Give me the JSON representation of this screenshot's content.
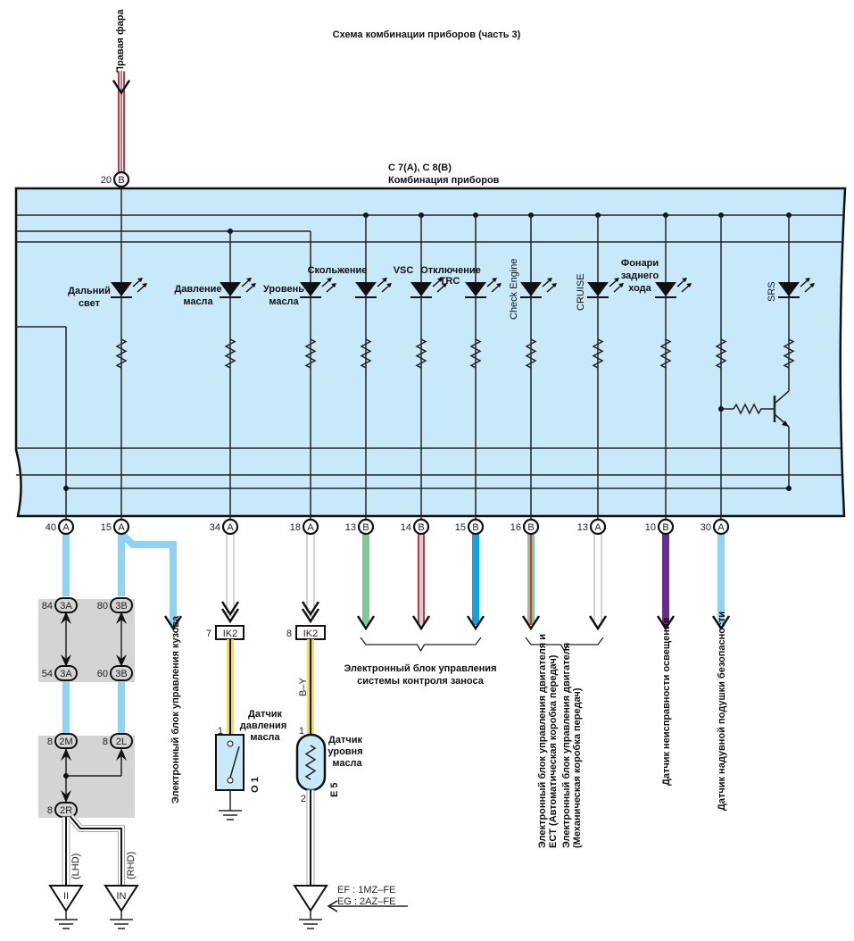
{
  "title": "Схема комбинации приборов (часть 3)",
  "headlamp_label": "Правая фара",
  "top_connector": {
    "pin": "20",
    "conn": "B"
  },
  "cluster": {
    "connectors": "C 7(A), C 8(B)",
    "name": "Комбинация приборов"
  },
  "indicators": [
    {
      "lines": [
        "Дальний",
        "свет"
      ]
    },
    {
      "lines": [
        "Давление",
        "масла"
      ]
    },
    {
      "lines": [
        "Уровень",
        "масла"
      ]
    },
    {
      "lines": [
        "Скольжение"
      ]
    },
    {
      "lines": [
        "VSC"
      ]
    },
    {
      "lines": [
        "Отключение",
        "TRC"
      ]
    },
    {
      "lines": [
        "Check Engine"
      ]
    },
    {
      "lines": [
        "CRUISE"
      ]
    },
    {
      "lines": [
        "Фонари",
        "заднего",
        "хода"
      ]
    },
    {
      "lines": [
        "SRS"
      ]
    }
  ],
  "bottom_pins": [
    {
      "pin": "40",
      "conn": "A"
    },
    {
      "pin": "15",
      "conn": "A"
    },
    {
      "pin": "34",
      "conn": "A"
    },
    {
      "pin": "18",
      "conn": "A"
    },
    {
      "pin": "13",
      "conn": "B"
    },
    {
      "pin": "14",
      "conn": "B"
    },
    {
      "pin": "15",
      "conn": "B"
    },
    {
      "pin": "16",
      "conn": "B"
    },
    {
      "pin": "13",
      "conn": "A"
    },
    {
      "pin": "10",
      "conn": "B"
    },
    {
      "pin": "30",
      "conn": "A"
    }
  ],
  "junctions": [
    {
      "pin": "84",
      "id": "3A"
    },
    {
      "pin": "80",
      "id": "3B"
    },
    {
      "pin": "54",
      "id": "3A"
    },
    {
      "pin": "60",
      "id": "3B"
    },
    {
      "pin": "8",
      "id": "2M"
    },
    {
      "pin": "8",
      "id": "2L"
    },
    {
      "pin": "8",
      "id": "2R"
    }
  ],
  "lhd_label": "(LHD)",
  "rhd_label": "(RHD)",
  "grounds": {
    "ii": "II",
    "in": "IN"
  },
  "body_ecu_label": "Электронный блок управления кузова",
  "oil_pressure": {
    "conn_pin": "7",
    "conn_id": "IK2",
    "pin": "1",
    "label": [
      "Датчик",
      "давления",
      "масла"
    ],
    "code": "O 1"
  },
  "oil_level": {
    "conn_pin": "8",
    "conn_id": "IK2",
    "wire": "B–Y",
    "pin1": "1",
    "pin2": "2",
    "label": [
      "Датчик",
      "уровня",
      "масла"
    ],
    "code": "E 5"
  },
  "engine_notes": [
    "EF : 1MZ–FE",
    "EG : 2AZ–FE"
  ],
  "vsc_ecu_label": [
    "Электронный блок управления",
    "системы контроля заноса"
  ],
  "engine_ecu_label": [
    "Электронный блок управления двигателя и",
    "ECT (Автоматическая коробка передач)",
    "Электронный блок управления двигателя",
    "(Механическая коробка передач)"
  ],
  "light_sensor_label": "Датчик неисправности освещения",
  "airbag_label": "Датчик надувной подушки безопасности",
  "colors": {
    "panel": "#c8e9f9",
    "junction_box": "#d4d4d4",
    "light_blue_wire": "#8ed3f4",
    "green_wire": "#7fc79c",
    "blue_wire": "#0ca4e2",
    "purple_wire": "#6a2b8e",
    "red_stripe": "#e0312f",
    "yellow_wire": "#f4e04a",
    "gray_wire": "#a8a8a8"
  }
}
